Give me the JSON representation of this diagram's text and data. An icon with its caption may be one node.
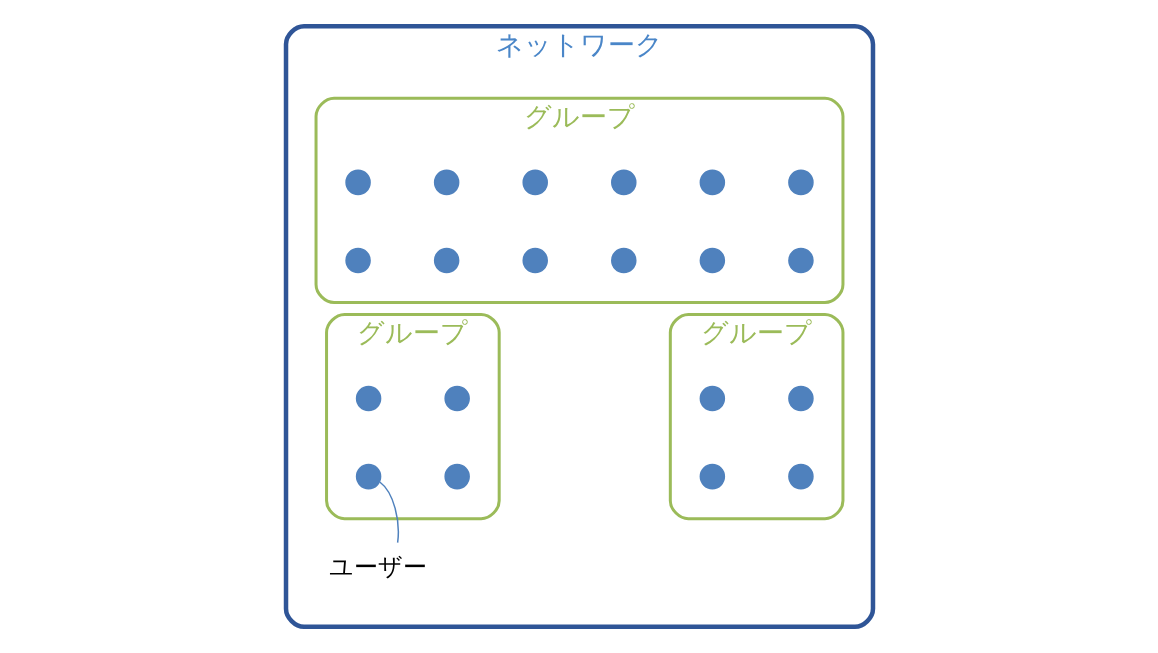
{
  "diagram": {
    "nodes": [
      {
        "text": [
          "ネットワーク"
        ]
      },
      {
        "text": [
          "グループ"
        ],
        "in": 0
      },
      {
        "text": [],
        "shape": "circle",
        "in": 1
      },
      {
        "text": [],
        "shape": "circle",
        "in": 1
      },
      {
        "text": [],
        "shape": "circle",
        "in": 1
      },
      {
        "text": [],
        "shape": "circle",
        "in": 1
      },
      {
        "text": [],
        "shape": "circle",
        "in": 1
      },
      {
        "text": [],
        "shape": "circle",
        "in": 1
      },
      {
        "text": [],
        "shape": "circle",
        "in": 1
      },
      {
        "text": [],
        "shape": "circle",
        "in": 1
      },
      {
        "text": [],
        "shape": "circle",
        "in": 1
      },
      {
        "text": [],
        "shape": "circle",
        "in": 1
      },
      {
        "text": [],
        "shape": "circle",
        "in": 1
      },
      {
        "text": [],
        "shape": "circle",
        "in": 1
      },
      {
        "text": [
          "グループ"
        ],
        "in": 0
      },
      {
        "text": [],
        "shape": "circle",
        "in": 14
      },
      {
        "text": [],
        "shape": "circle",
        "in": 14
      },
      {
        "text": [],
        "shape": "circle",
        "in": 14
      },
      {
        "text": [],
        "shape": "circle",
        "in": 14
      },
      {
        "text": [
          "グループ"
        ],
        "in": 0
      },
      {
        "text": [],
        "shape": "circle",
        "in": 19
      },
      {
        "text": [],
        "shape": "circle",
        "in": 19
      },
      {
        "text": [],
        "shape": "circle",
        "in": 19
      },
      {
        "text": [],
        "shape": "circle",
        "in": 19
      },
      {
        "text": [
          "ユーザー"
        ],
        "in": 0
      }
    ],
    "edges": [
      {
        "from": 24,
        "to": 18,
        "arrow": "none"
      }
    ]
  }
}
